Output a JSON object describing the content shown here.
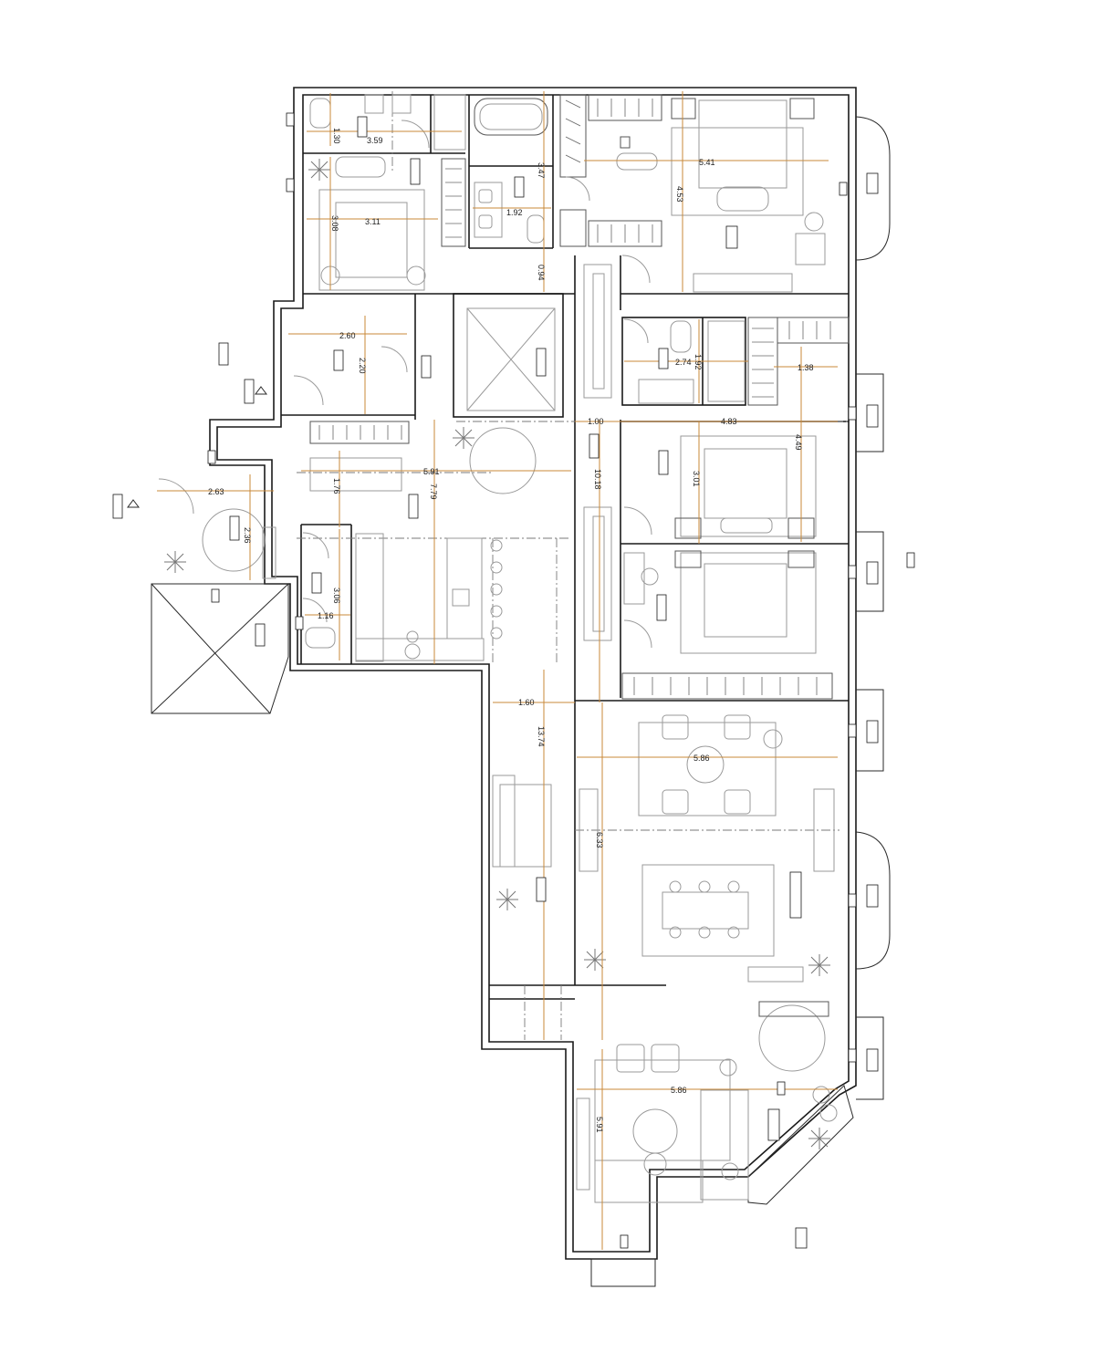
{
  "dimensions": [
    {
      "id": "d1",
      "text": "1.30"
    },
    {
      "id": "d2",
      "text": "3.59"
    },
    {
      "id": "d3",
      "text": "3.47"
    },
    {
      "id": "d4",
      "text": "5.41"
    },
    {
      "id": "d5",
      "text": "4.53"
    },
    {
      "id": "d6",
      "text": "3.11"
    },
    {
      "id": "d7",
      "text": "3.08"
    },
    {
      "id": "d8",
      "text": "1.92"
    },
    {
      "id": "d9",
      "text": "0.94"
    },
    {
      "id": "d10",
      "text": "2.60"
    },
    {
      "id": "d11",
      "text": "2.20"
    },
    {
      "id": "d12",
      "text": "2.74"
    },
    {
      "id": "d13",
      "text": "1.92"
    },
    {
      "id": "d14",
      "text": "1.38"
    },
    {
      "id": "d15",
      "text": "1.00"
    },
    {
      "id": "d16",
      "text": "4.83"
    },
    {
      "id": "d17",
      "text": "4.49"
    },
    {
      "id": "d18",
      "text": "5.91"
    },
    {
      "id": "d19",
      "text": "1.76"
    },
    {
      "id": "d20",
      "text": "7.79"
    },
    {
      "id": "d21",
      "text": "10.18"
    },
    {
      "id": "d22",
      "text": "3.01"
    },
    {
      "id": "d23",
      "text": "2.63"
    },
    {
      "id": "d24",
      "text": "2.36"
    },
    {
      "id": "d25",
      "text": "3.06"
    },
    {
      "id": "d26",
      "text": "1.16"
    },
    {
      "id": "d27",
      "text": "1.60"
    },
    {
      "id": "d28",
      "text": "13.74"
    },
    {
      "id": "d29",
      "text": "5.86"
    },
    {
      "id": "d30",
      "text": "6.33"
    },
    {
      "id": "d31",
      "text": "5.86"
    },
    {
      "id": "d32",
      "text": "5.91"
    }
  ]
}
